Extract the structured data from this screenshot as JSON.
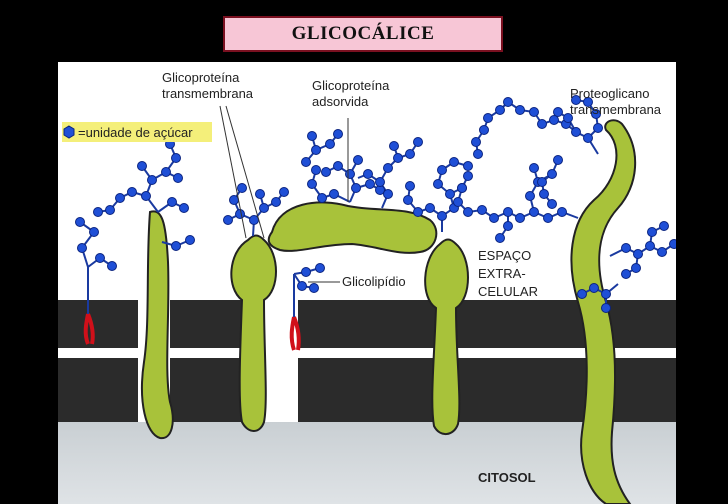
{
  "title": "GLICOCÁLICE",
  "colors": {
    "title_bg": "#f7c6d6",
    "protein": "#a8c23a",
    "sugar": "#1f4fd6",
    "membrane": "#2a2a2a",
    "lipid_tail": "#d0101a",
    "legend_bg": "#f4ef7a"
  },
  "legend": {
    "text": "=unidade de açúcar",
    "icon": "hexagon-icon"
  },
  "labels": {
    "glycoprotein_tm_line1": "Glicoproteína",
    "glycoprotein_tm_line2": "transmembrana",
    "glycoprotein_ads_line1": "Glicoproteína",
    "glycoprotein_ads_line2": "adsorvida",
    "proteoglycan_line1": "Proteoglicano",
    "proteoglycan_line2": "transmembrana",
    "glycolipid": "Glicolipídio",
    "extracellular_line1": "ESPAÇO",
    "extracellular_line2": "EXTRA-",
    "extracellular_line3": "CELULAR",
    "cytosol": "CITOSOL"
  }
}
